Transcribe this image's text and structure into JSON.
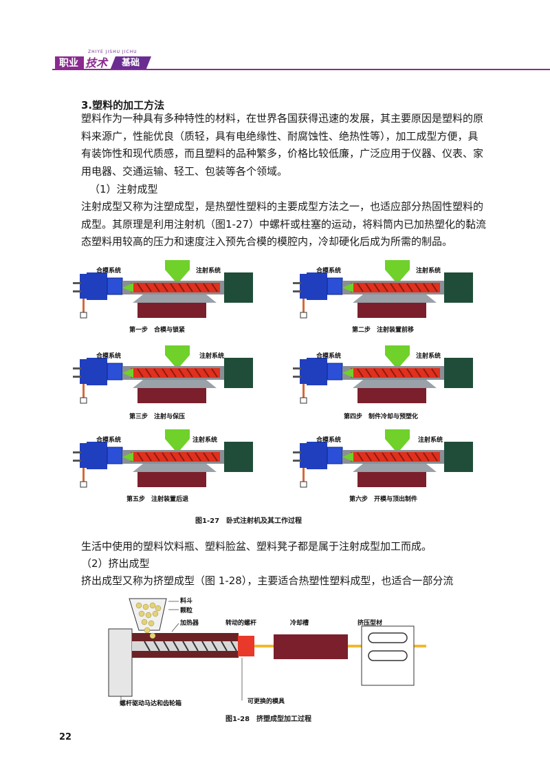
{
  "header": {
    "part1": "职业",
    "part2": "技术",
    "part3": "基础",
    "pinyin": "ZHIYE JISHU JICHU",
    "accent_color": "#8a2a8f"
  },
  "section_title": "3.塑料的加工方法",
  "para1": "塑料作为一种具有多种特性的材料，在世界各国获得迅速的发展，其主要原因是塑料的原料来源广，性能优良（质轻，具有电绝缘性、耐腐蚀性、绝热性等），加工成型方便，具有装饰性和现代质感，而且塑料的品种繁多，价格比较低廉，广泛应用于仪器、仪表、家用电器、交通运输、轻工、包装等各个领域。",
  "sub1": "（1）注射成型",
  "para2": "注射成型又称为注塑成型，是热塑性塑料的主要成型方法之一，也适应部分热固性塑料的成型。其原理是利用注射机（图1-27）中螺杆或柱塞的运动，将料筒内已加热塑化的黏流态塑料用较高的压力和速度注入预先合模的模腔内，冷却硬化后成为所需的制品。",
  "fig27": {
    "label_clamp": "合模系统",
    "label_inject": "注射系统",
    "steps": [
      "第一步　合模与锁紧",
      "第二步　注射装置前移",
      "第三步　注射与保压",
      "第四步　制件冷却与预塑化",
      "第五步　注射装置后退",
      "第六步　开模与顶出制件"
    ],
    "caption": "图1-27　卧式注射机及其工作过程"
  },
  "para3": "生活中使用的塑料饮料瓶、塑料脸盆、塑料凳子都是属于注射成型加工而成。",
  "sub2": "（2）挤出成型",
  "para4": "挤出成型又称为挤塑成型（图 1-28），主要适合热塑性塑料成型，也适合一部分流",
  "fig28": {
    "hopper": "料斗",
    "pellets": "颗粒",
    "heater": "加热器",
    "screw": "转动的螺杆",
    "cooling": "冷却槽",
    "extrudate": "挤压型材",
    "motor": "螺杆驱动马达和齿轮箱",
    "die": "可更换的模具",
    "caption": "图1-28　挤塑成型加工过程"
  },
  "page_number": "22",
  "colors": {
    "clamp_blue": "#1f3fbf",
    "barrel_red": "#e0301e",
    "hopper_green": "#6fd12a",
    "motor_green": "#1f4d3a",
    "mold_maroon": "#7a1f2b",
    "barrel_gray": "#8a8f96"
  }
}
